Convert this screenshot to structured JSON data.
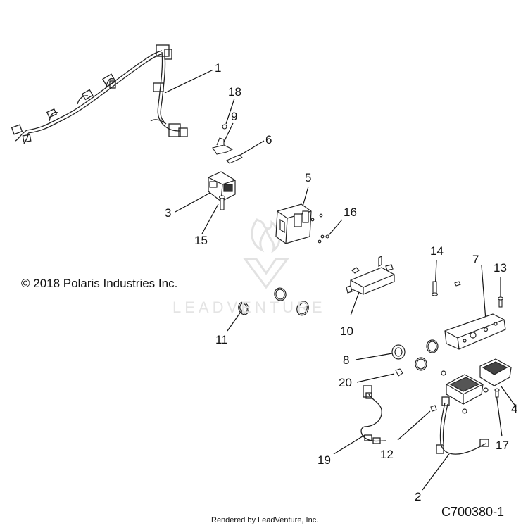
{
  "copyright": "© 2018 Polaris Industries Inc.",
  "watermark": "LEADVENTURE",
  "rendered_by": "Rendered by LeadVenture, Inc.",
  "diagram_code": "C700380-1",
  "callouts": {
    "c1": "1",
    "c2": "2",
    "c3": "3",
    "c4": "4",
    "c5": "5",
    "c6": "6",
    "c7": "7",
    "c8": "8",
    "c9": "9",
    "c10": "10",
    "c11": "11",
    "c12": "12",
    "c13": "13",
    "c14": "14",
    "c15": "15",
    "c16": "16",
    "c17": "17",
    "c18": "18",
    "c19": "19",
    "c20": "20"
  }
}
